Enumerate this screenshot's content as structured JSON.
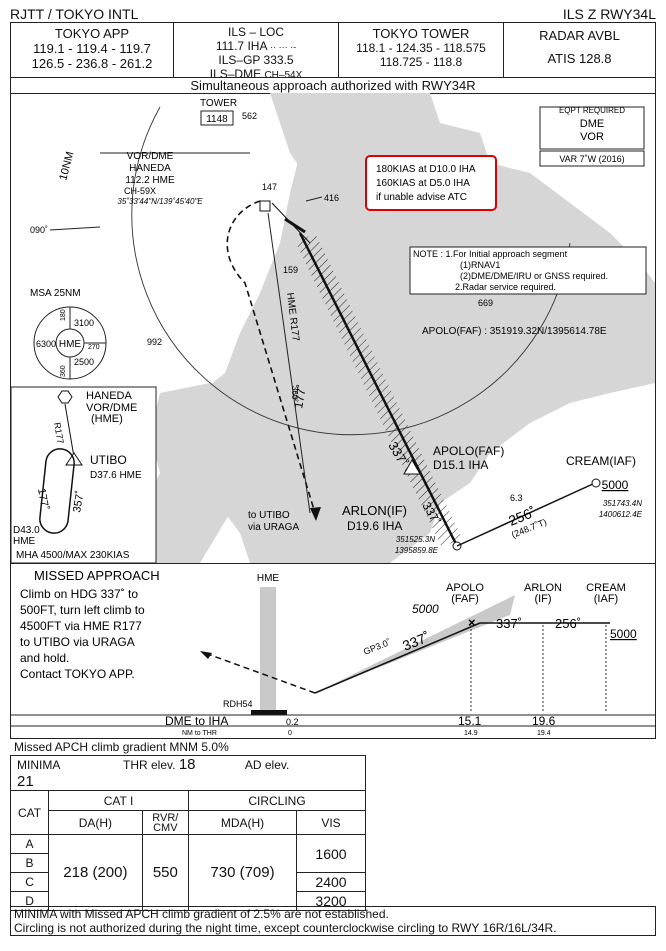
{
  "header": {
    "left": "RJTT / TOKYO  INTL",
    "right": "ILS Z  RWY34L"
  },
  "freqs": {
    "app": {
      "title": "TOKYO   APP",
      "line1": "119.1 - 119.4 - 119.7",
      "line2": "126.5 - 236.8 - 261.2"
    },
    "ils": {
      "loc": "ILS – LOC",
      "loc_freq": "111.7  IHA",
      "gp": "ILS–GP  333.5",
      "dme": "ILS–DME",
      "dme_ch": "CH–54X"
    },
    "tower": {
      "title": "TOKYO   TOWER",
      "line1": "118.1 - 124.35 - 118.575",
      "line2": "118.725 - 118.8"
    },
    "radar": {
      "title": "RADAR  AVBL",
      "atis": "ATIS  128.8"
    }
  },
  "banner": "Simultaneous approach authorized with RWY34R",
  "plan": {
    "tower_label": "TOWER",
    "tower_elev": "1148",
    "tower_562": "562",
    "eqpt": {
      "title": "EQPT REQUIRED",
      "l1": "DME",
      "l2": "VOR"
    },
    "var": "VAR 7˚W (2016)",
    "vor": {
      "title": "VOR/DME",
      "name": "HANEDA",
      "freq": "112.2 HME",
      "ch": "CH-59X",
      "coord": "35˚33'44\"N/139˚45'40\"E"
    },
    "speed": {
      "l1": "180KIAS at D10.0 IHA",
      "l2": "160KIAS at D5.0 IHA",
      "l3": "if unable advise ATC"
    },
    "note": {
      "l1": "NOTE : 1.For Initial approach segment",
      "l2": "(1)RNAV1",
      "l3": "(2)DME/DME/IRU or GNSS required.",
      "l4": "2.Radar service required."
    },
    "nm10": "10NM",
    "r090": "090˚",
    "obs147": "147",
    "obs416": "416",
    "obs159": "159",
    "obs669": "669",
    "obs992": "992",
    "hme_r177": "HME R177",
    "r360": "360˚",
    "r177": "177˚",
    "msa": {
      "title": "MSA 25NM",
      "s1": "3100",
      "s2": "6300",
      "s3": "2500",
      "center": "HME",
      "b180": "180",
      "b270": "270",
      "b360": "360"
    },
    "apolo_coord": "APOLO(FAF) : 351919.32N/1395614.78E",
    "apolo_faf": "APOLO(FAF)",
    "apolo_d": "D15.1 IHA",
    "arlon": "ARLON(IF)",
    "arlon_d": "D19.6 IHA",
    "arlon_c1": "351525.3N",
    "arlon_c2": "1395859.8E",
    "cream": "CREAM(IAF)",
    "cream_alt": "5000",
    "cream_c1": "351743.4N",
    "cream_c2": "1400612.4E",
    "d63": "6.3",
    "crs256": "256˚",
    "crs248": "(248.7˚T)",
    "crs337a": "337˚",
    "crs337b": "337˚",
    "to_utibo": "to UTIBO",
    "via_uraga": "via URAGA"
  },
  "inset": {
    "haneda": "HANEDA",
    "vordme": "VOR/DME",
    "hme": "(HME)",
    "r177": "R177",
    "utibo": "UTIBO",
    "utibo_d": "D37.6 HME",
    "crs177": "177˚",
    "crs357": "357˚",
    "d430": "D43.0",
    "d430b": "HME",
    "mha": "MHA 4500/MAX 230KIAS"
  },
  "missed": {
    "title": "MISSED APPROACH",
    "l1": "Climb on HDG 337˚ to",
    "l2": "500FT, turn left climb to",
    "l3": "4500FT via HME R177",
    "l4": "to UTIBO via URAGA",
    "l5": "and hold.",
    "l6": "Contact TOKYO APP."
  },
  "profile": {
    "hme": "HME",
    "apolo": "APOLO",
    "apolo_faf": "(FAF)",
    "arlon": "ARLON",
    "arlon_if": "(IF)",
    "cream": "CREAM",
    "cream_iaf": "(IAF)",
    "alt5000a": "5000",
    "alt5000b": "5000",
    "crs337": "337˚",
    "crs256": "256˚",
    "gp": "GP3.0˚",
    "gp337": "337˚",
    "rdh": "RDH54",
    "dme_label": "DME to IHA",
    "dme0": "0.2",
    "dme1": "15.1",
    "dme2": "19.6",
    "thr_label": "NM to THR",
    "thr0": "0",
    "thr1": "14.9",
    "thr2": "19.4"
  },
  "gradient": "Missed APCH climb gradient MNM 5.0%",
  "minima": {
    "title": "MINIMA",
    "thr": "THR elev.",
    "thr_v": "18",
    "ad": "AD elev.",
    "ad_v": "21",
    "cat": "CAT",
    "cat1": "CAT  I",
    "circling": "CIRCLING",
    "da": "DA(H)",
    "rvr": "RVR/ CMV",
    "mda": "MDA(H)",
    "vis": "VIS",
    "a": "A",
    "b": "B",
    "c": "C",
    "d": "D",
    "da_v": "218 (200)",
    "rvr_v": "550",
    "mda_v": "730 (709)",
    "vis1": "1600",
    "vis2": "2400",
    "vis3": "3200"
  },
  "footer": {
    "l1": "MINIMA with Missed APCH climb gradient of 2.5% are not established.",
    "l2": "Circling is not authorized during the night time, except counterclockwise circling to RWY 16R/16L/34R."
  }
}
